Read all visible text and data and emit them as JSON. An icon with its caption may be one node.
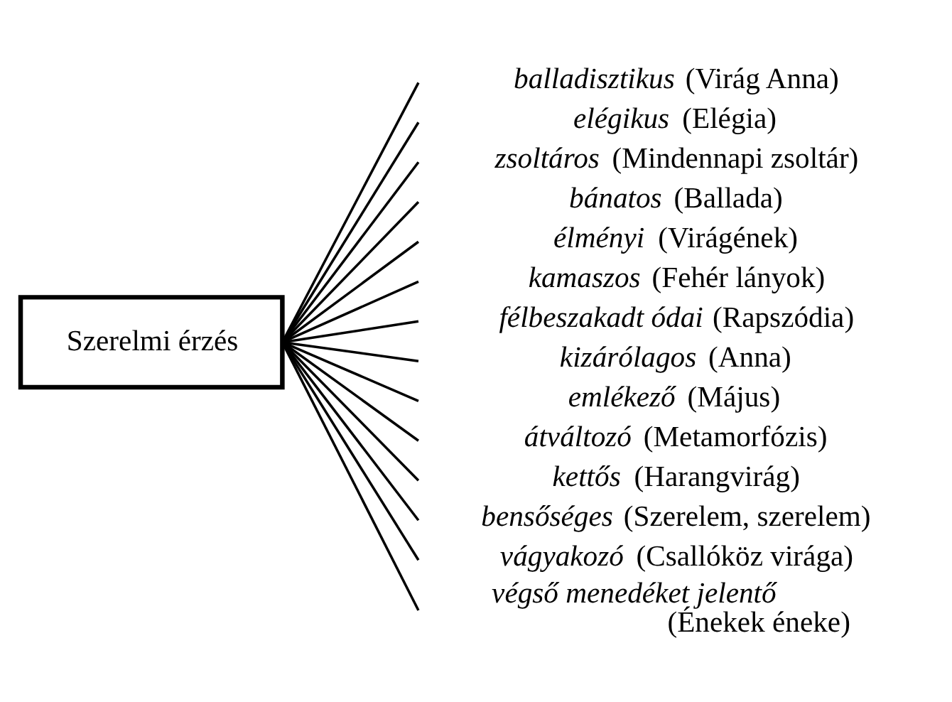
{
  "diagram": {
    "nodes": [
      {
        "text": [
          "Szerelmi érzés"
        ]
      },
      {
        "text": [
          "*balladisztikus* (Virág Anna)"
        ]
      },
      {
        "text": [
          "*elégikus* (Elégia)"
        ]
      },
      {
        "text": [
          "*zsoltáros* (Mindennapi zsoltár)"
        ]
      },
      {
        "text": [
          "*bánatos* (Ballada)"
        ]
      },
      {
        "text": [
          "*élményi* (Virágének)"
        ]
      },
      {
        "text": [
          "*kamaszos* (Fehér lányok)"
        ]
      },
      {
        "text": [
          "*félbeszakadt ódai* (Rapszódia)"
        ]
      },
      {
        "text": [
          "*kizárólagos* (Anna)"
        ]
      },
      {
        "text": [
          "*emlékező* (Május)"
        ]
      },
      {
        "text": [
          "*átváltozó* (Metamorfózis)"
        ]
      },
      {
        "text": [
          "*kettős* (Harangvirág)"
        ]
      },
      {
        "text": [
          "*bensőséges* (Szerelem, szerelem)"
        ]
      },
      {
        "text": [
          "*vágyakozó* (Csallóköz virága)"
        ]
      },
      {
        "text": [
          "*végső menedéket jelentő* (Énekek éneke)"
        ]
      }
    ],
    "edges": [
      {
        "from": 0,
        "to": 1,
        "arrow": "none"
      },
      {
        "from": 0,
        "to": 2,
        "arrow": "none"
      },
      {
        "from": 0,
        "to": 3,
        "arrow": "none"
      },
      {
        "from": 0,
        "to": 4,
        "arrow": "none"
      },
      {
        "from": 0,
        "to": 5,
        "arrow": "none"
      },
      {
        "from": 0,
        "to": 6,
        "arrow": "none"
      },
      {
        "from": 0,
        "to": 7,
        "arrow": "none"
      },
      {
        "from": 0,
        "to": 8,
        "arrow": "none"
      },
      {
        "from": 0,
        "to": 9,
        "arrow": "none"
      },
      {
        "from": 0,
        "to": 10,
        "arrow": "none"
      },
      {
        "from": 0,
        "to": 11,
        "arrow": "none"
      },
      {
        "from": 0,
        "to": 12,
        "arrow": "none"
      },
      {
        "from": 0,
        "to": 13,
        "arrow": "none"
      },
      {
        "from": 0,
        "to": 14,
        "arrow": "none"
      }
    ]
  }
}
